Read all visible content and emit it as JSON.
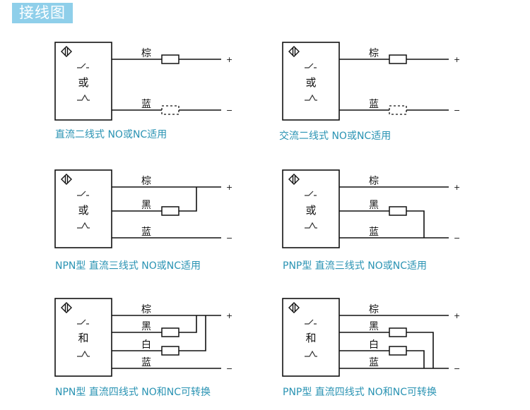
{
  "title": "接线图",
  "colors": {
    "title_bg": "#8fcfea",
    "caption": "#2a93b3",
    "line": "#111111"
  },
  "wire_labels": {
    "brown": "棕",
    "blue": "蓝",
    "black": "黑",
    "white": "白"
  },
  "polarity": {
    "plus": "+",
    "minus": "−"
  },
  "diagrams": [
    {
      "id": "dc-2wire",
      "conjunction": "或",
      "caption": "直流二线式  NO或NC适用",
      "wires": [
        "棕",
        "蓝"
      ],
      "load_on": "棕",
      "optional_load_on": "蓝"
    },
    {
      "id": "ac-2wire",
      "conjunction": "或",
      "caption": "交流二线式  NO或NC适用",
      "wires": [
        "棕",
        "蓝"
      ],
      "load_on": "棕",
      "optional_load_on": "蓝"
    },
    {
      "id": "npn-3wire",
      "conjunction": "或",
      "caption": "NPN型  直流三线式  NO或NC适用",
      "wires": [
        "棕",
        "黑",
        "蓝"
      ],
      "load_between": [
        "黑",
        "+"
      ]
    },
    {
      "id": "pnp-3wire",
      "conjunction": "或",
      "caption": "PNP型  直流三线式  NO或NC适用",
      "wires": [
        "棕",
        "黑",
        "蓝"
      ],
      "load_between": [
        "黑",
        "−"
      ]
    },
    {
      "id": "npn-4wire",
      "conjunction": "和",
      "caption": "NPN型  直流四线式  NO和NC可转换",
      "wires": [
        "棕",
        "黑",
        "白",
        "蓝"
      ],
      "load_between": [
        "黑/白",
        "+"
      ]
    },
    {
      "id": "pnp-4wire",
      "conjunction": "和",
      "caption": "PNP型  直流四线式  NO和NC可转换",
      "wires": [
        "棕",
        "黑",
        "白",
        "蓝"
      ],
      "load_between": [
        "黑/白",
        "−"
      ]
    }
  ]
}
